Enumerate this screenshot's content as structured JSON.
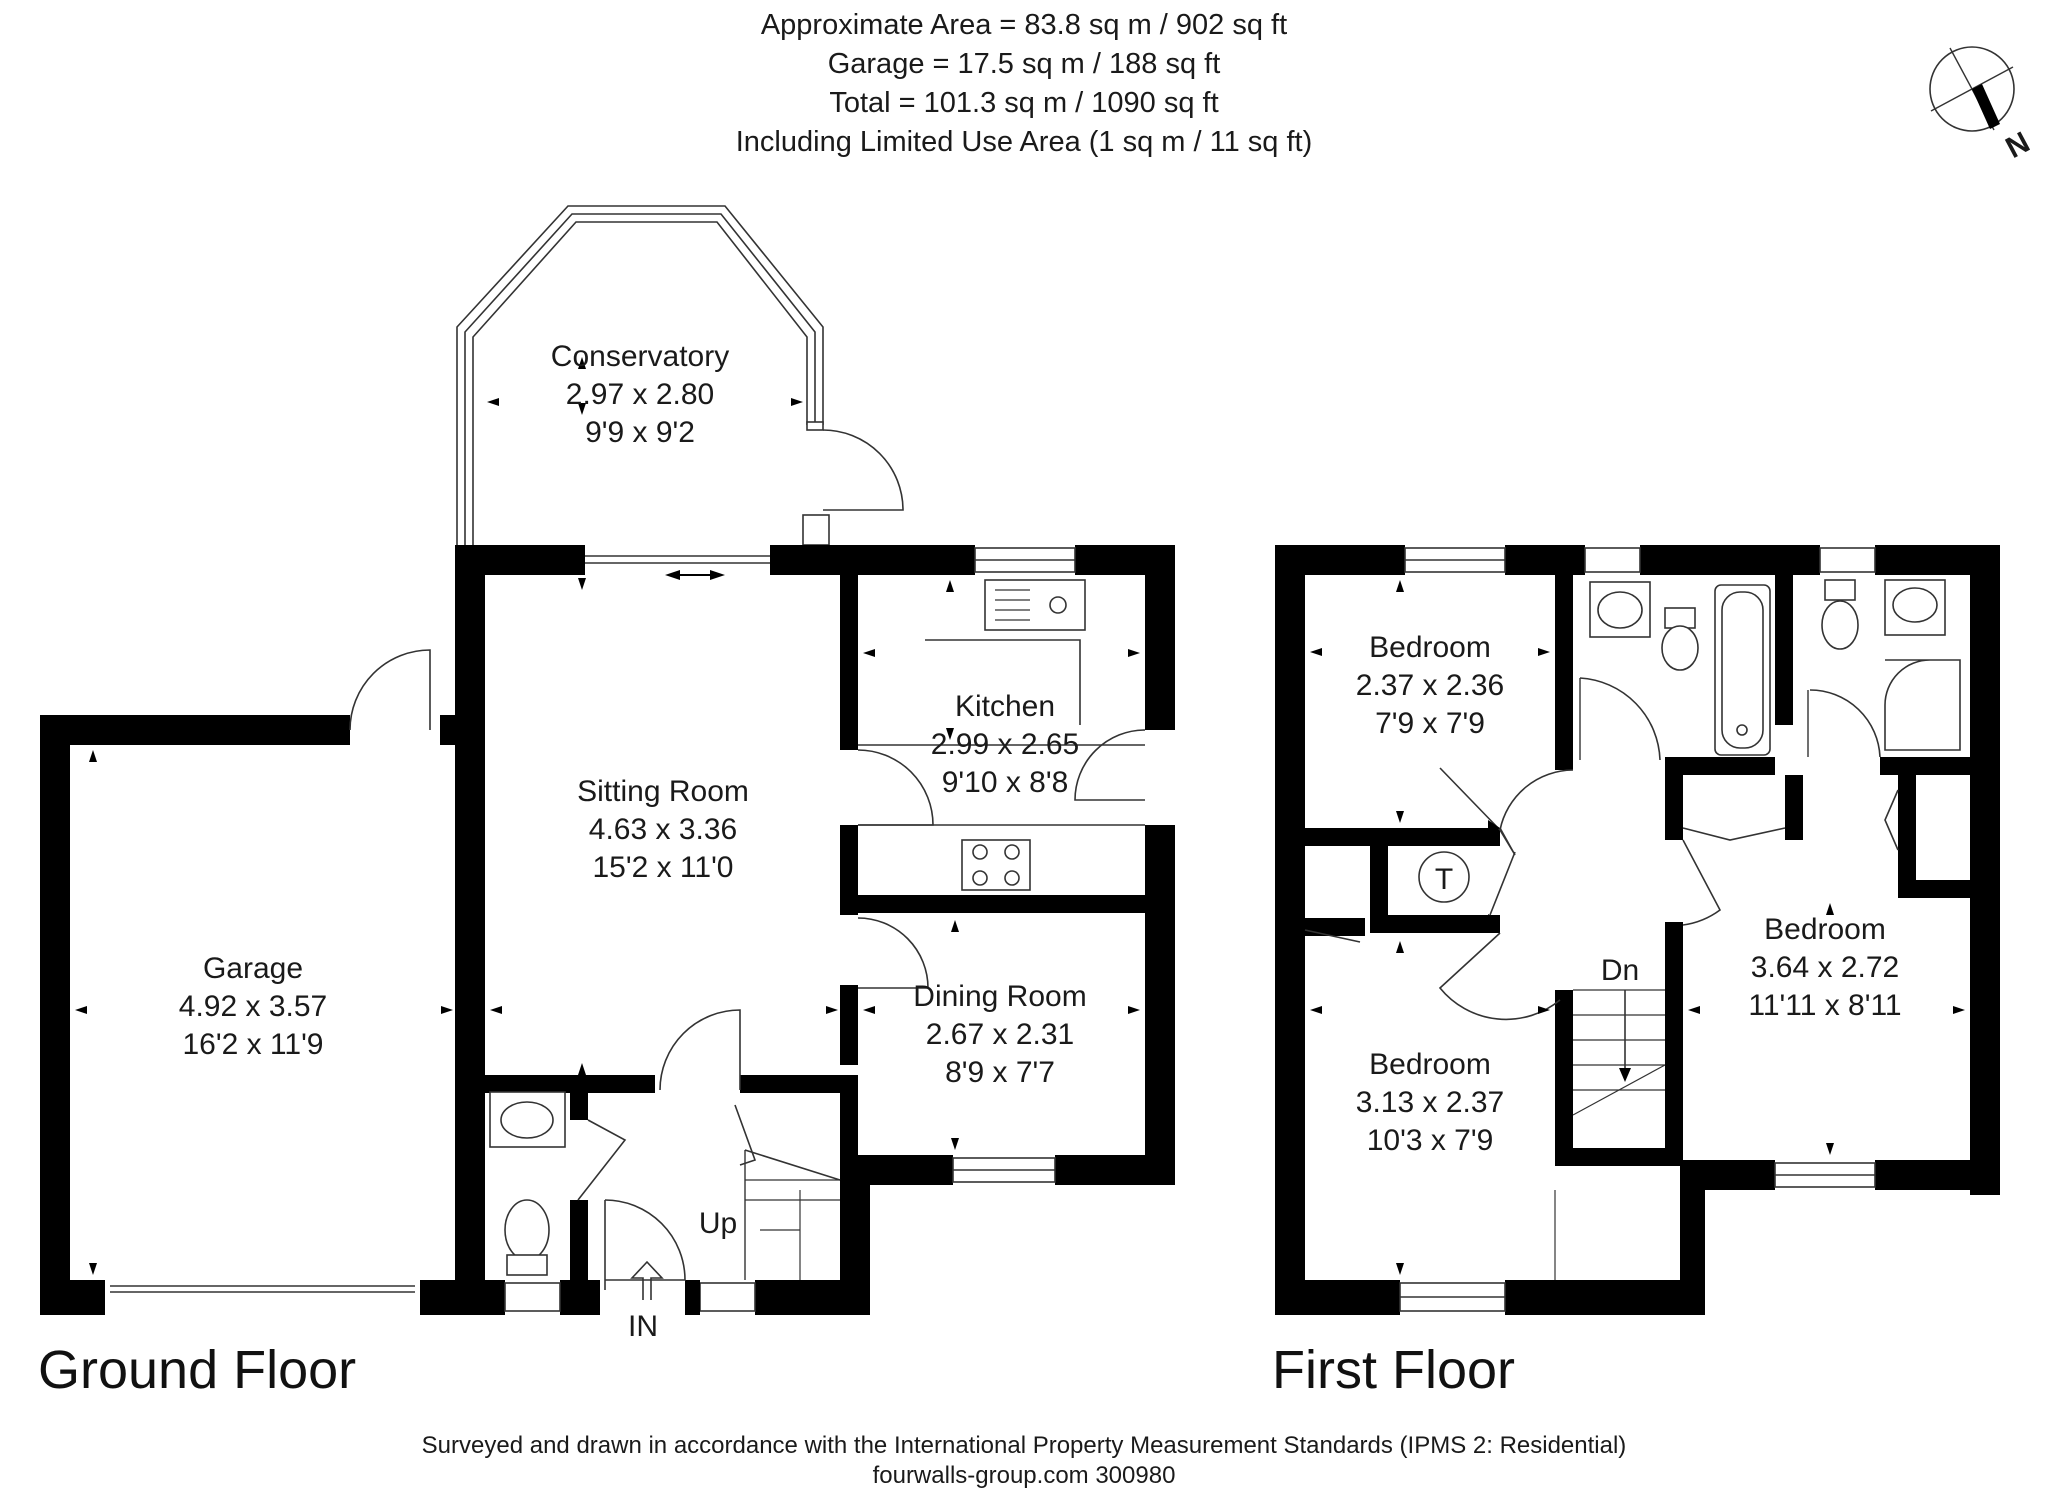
{
  "header": {
    "line1": "Approximate  Area = 83.8 sq m / 902 sq ft",
    "line2": "Garage = 17.5 sq m / 188 sq ft",
    "line3": "Total = 101.3 sq m / 1090 sq ft",
    "line4": "Including Limited Use Area (1 sq m / 11 sq ft)"
  },
  "compass": {
    "label": "N"
  },
  "ground_floor": {
    "title": "Ground Floor",
    "entrance_label": "IN",
    "stairs_label": "Up",
    "rooms": [
      {
        "name": "Conservatory",
        "metric": "2.97 x 2.80",
        "imperial": "9'9 x 9'2"
      },
      {
        "name": "Kitchen",
        "metric": "2.99 x 2.65",
        "imperial": "9'10 x 8'8"
      },
      {
        "name": "Sitting Room",
        "metric": "4.63 x 3.36",
        "imperial": "15'2 x 11'0"
      },
      {
        "name": "Garage",
        "metric": "4.92 x 3.57",
        "imperial": "16'2 x 11'9"
      },
      {
        "name": "Dining Room",
        "metric": "2.67 x 2.31",
        "imperial": "8'9 x 7'7"
      }
    ]
  },
  "first_floor": {
    "title": "First Floor",
    "stairs_label": "Dn",
    "cupboard_label": "T",
    "rooms": [
      {
        "name": "Bedroom",
        "metric": "2.37 x 2.36",
        "imperial": "7'9 x 7'9"
      },
      {
        "name": "Bedroom",
        "metric": "3.64 x 2.72",
        "imperial": "11'11 x 8'11"
      },
      {
        "name": "Bedroom",
        "metric": "3.13 x 2.37",
        "imperial": "10'3 x 7'9"
      }
    ]
  },
  "footer": {
    "line1": "Surveyed and drawn in accordance with the International Property Measurement Standards (IPMS 2: Residential)",
    "line2": "fourwalls-group.com 300980"
  }
}
